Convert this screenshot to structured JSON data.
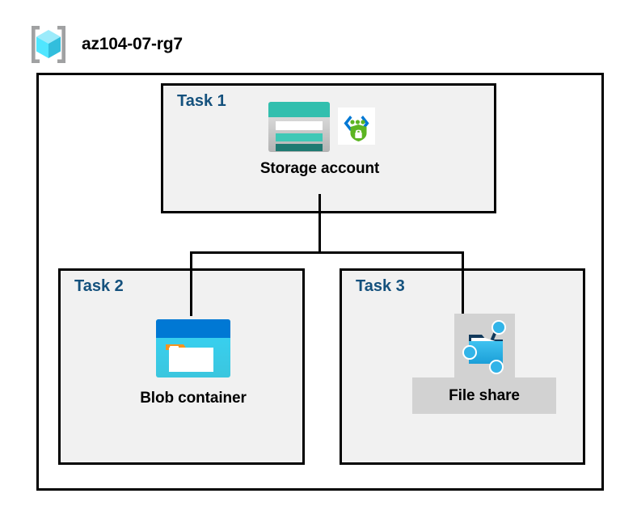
{
  "resource_group": {
    "name": "az104-07-rg7",
    "icon": "resource-group-cube-icon"
  },
  "diagram": {
    "type": "azure-architecture-diagram",
    "colors": {
      "task_label": "#14517d",
      "task_box_fill": "#f1f1f1",
      "outline": "#000000",
      "highlight_plate": "#d2d2d2",
      "storage_teal": "#32bfae",
      "blob_blue": "#0078d4",
      "blob_cyan": "#32d4f5",
      "fileshare_cyan": "#32b4e8",
      "shield_green": "#5cb522"
    },
    "tasks": [
      {
        "id": "task-1",
        "label": "Task 1",
        "node": {
          "caption": "Storage account",
          "icon": "storage-account-icon",
          "badge_icon": "secure-endpoint-shield-icon",
          "highlighted": false
        }
      },
      {
        "id": "task-2",
        "label": "Task 2",
        "node": {
          "caption": "Blob container",
          "icon": "blob-container-icon",
          "badge_icon": null,
          "highlighted": false
        }
      },
      {
        "id": "task-3",
        "label": "Task 3",
        "node": {
          "caption": "File share",
          "icon": "file-share-icon",
          "badge_icon": null,
          "highlighted": true
        }
      }
    ],
    "connections": [
      {
        "from": "Storage account",
        "to": "Blob container"
      },
      {
        "from": "Storage account",
        "to": "File share"
      }
    ]
  }
}
